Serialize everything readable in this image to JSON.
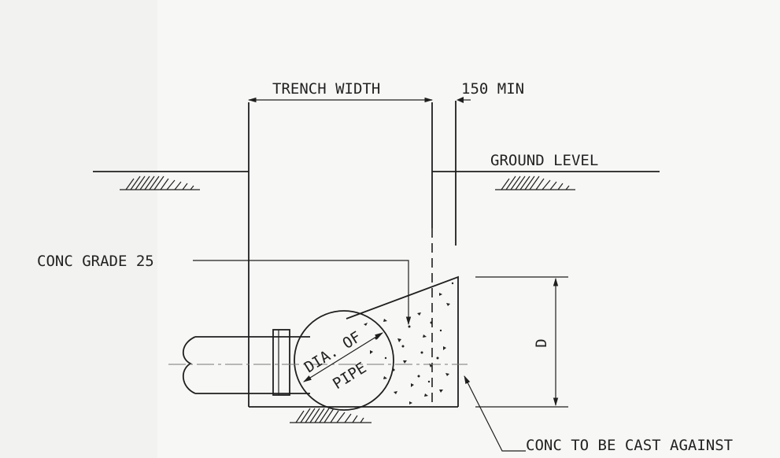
{
  "labels": {
    "trench_width": "TRENCH WIDTH",
    "min_cover": "150 MIN",
    "ground_level": "GROUND LEVEL",
    "conc_grade": "CONC GRADE 25",
    "dim_d": "D",
    "dia_line1": "DIA. OF",
    "dia_line2": "PIPE",
    "conc_cast": "CONC TO BE CAST AGAINST"
  }
}
